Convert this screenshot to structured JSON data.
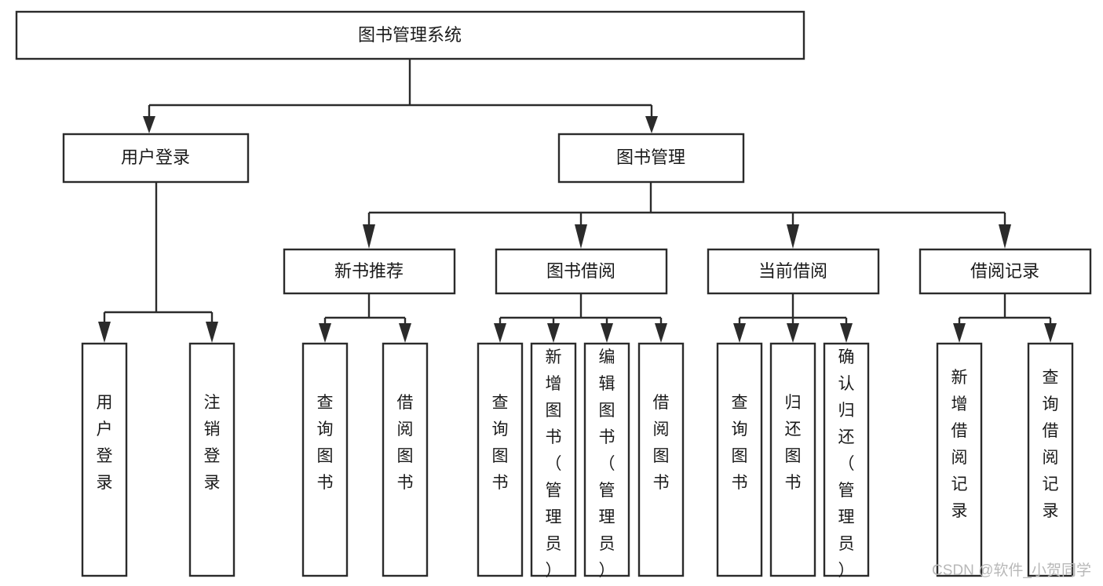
{
  "diagram": {
    "title": "图书管理系统",
    "type": "tree",
    "root": {
      "id": "root",
      "label": "图书管理系统",
      "orientation": "horizontal"
    },
    "level2": [
      {
        "id": "user-login",
        "label": "用户登录",
        "orientation": "horizontal"
      },
      {
        "id": "book-manage",
        "label": "图书管理",
        "orientation": "horizontal"
      }
    ],
    "level3": [
      {
        "id": "new-book-recommend",
        "label": "新书推荐",
        "orientation": "horizontal",
        "parent": "book-manage"
      },
      {
        "id": "book-borrow",
        "label": "图书借阅",
        "orientation": "horizontal",
        "parent": "book-manage"
      },
      {
        "id": "current-borrow",
        "label": "当前借阅",
        "orientation": "horizontal",
        "parent": "book-manage"
      },
      {
        "id": "borrow-record",
        "label": "借阅记录",
        "orientation": "horizontal",
        "parent": "book-manage"
      }
    ],
    "leaves": [
      {
        "id": "leaf-user-login",
        "label": "用户登录",
        "orientation": "vertical",
        "parent": "user-login"
      },
      {
        "id": "leaf-user-logout",
        "label": "注销登录",
        "orientation": "vertical",
        "parent": "user-login"
      },
      {
        "id": "leaf-query-book-1",
        "label": "查询图书",
        "orientation": "vertical",
        "parent": "new-book-recommend"
      },
      {
        "id": "leaf-borrow-book-1",
        "label": "借阅图书",
        "orientation": "vertical",
        "parent": "new-book-recommend"
      },
      {
        "id": "leaf-query-book-2",
        "label": "查询图书",
        "orientation": "vertical",
        "parent": "book-borrow"
      },
      {
        "id": "leaf-add-book",
        "label": "新增图书（管理员）",
        "orientation": "vertical",
        "parent": "book-borrow"
      },
      {
        "id": "leaf-edit-book",
        "label": "编辑图书（管理员）",
        "orientation": "vertical",
        "parent": "book-borrow"
      },
      {
        "id": "leaf-borrow-book-2",
        "label": "借阅图书",
        "orientation": "vertical",
        "parent": "book-borrow"
      },
      {
        "id": "leaf-query-book-3",
        "label": "查询图书",
        "orientation": "vertical",
        "parent": "current-borrow"
      },
      {
        "id": "leaf-return-book",
        "label": "归还图书",
        "orientation": "vertical",
        "parent": "current-borrow"
      },
      {
        "id": "leaf-confirm-return",
        "label": "确认归还（管理员）",
        "orientation": "vertical",
        "parent": "current-borrow"
      },
      {
        "id": "leaf-add-record",
        "label": "新增借阅记录",
        "orientation": "vertical",
        "parent": "borrow-record"
      },
      {
        "id": "leaf-query-record",
        "label": "查询借阅记录",
        "orientation": "vertical",
        "parent": "borrow-record"
      }
    ],
    "colors": {
      "stroke": "#2b2b2b",
      "fill": "#ffffff",
      "text": "#1a1a1a",
      "background": "#ffffff",
      "watermark": "#b8b8b8"
    }
  },
  "watermark": {
    "text": "CSDN @软件_小贺同学"
  }
}
